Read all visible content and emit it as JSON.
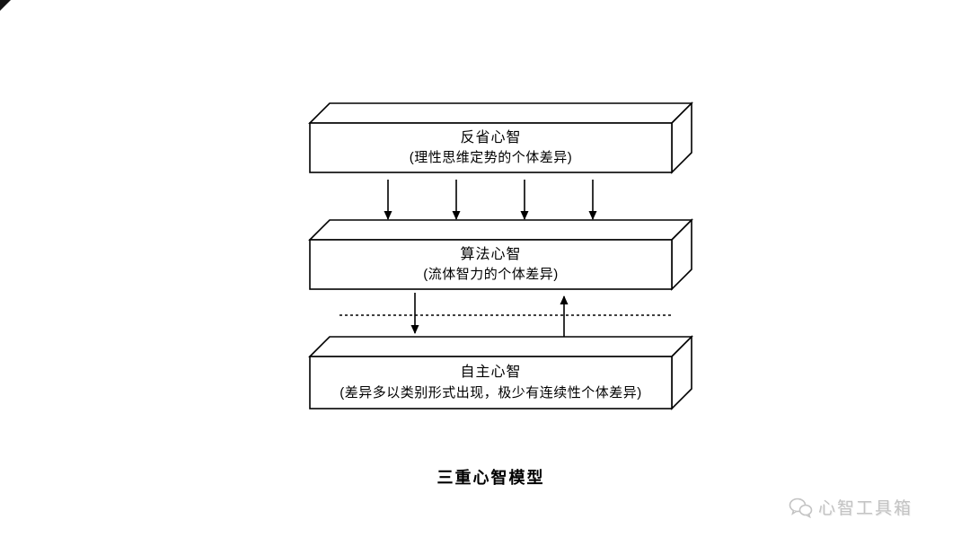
{
  "diagram": {
    "boxes": [
      {
        "title": "反省心智",
        "subtitle": "(理性思维定势的个体差异)"
      },
      {
        "title": "算法心智",
        "subtitle": "(流体智力的个体差异)"
      },
      {
        "title": "自主心智",
        "subtitle": "(差异多以类别形式出现，极少有连续性个体差异)"
      }
    ],
    "caption": "三重心智模型"
  },
  "watermark": {
    "text": "心智工具箱"
  },
  "colors": {
    "line": "#000000",
    "background": "#ffffff",
    "watermark": "#c3c3c3"
  }
}
